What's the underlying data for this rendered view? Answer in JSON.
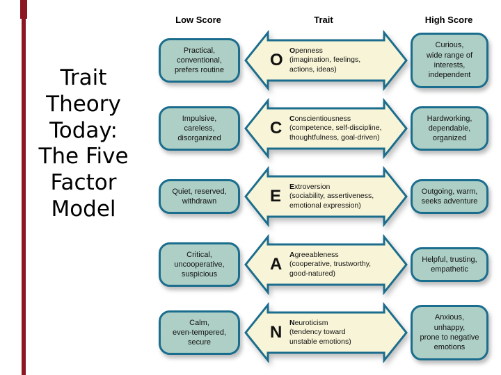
{
  "accent": {
    "bar_color": "#8c1722"
  },
  "title": {
    "text": "Trait\nTheory\nToday:\nThe Five\nFactor\nModel"
  },
  "diagram": {
    "colors": {
      "box_fill": "#aecfc5",
      "box_border": "#1b6d8e",
      "arrow_fill": "#f8f4d7",
      "arrow_border": "#1b6d8e"
    },
    "headers": {
      "low": "Low Score",
      "trait": "Trait",
      "high": "High Score"
    },
    "rows": [
      {
        "letter": "O",
        "trait_rest": "penness",
        "description": "(imagination, feelings,\nactions, ideas)",
        "low": "Practical,\nconventional,\nprefers routine",
        "high": "Curious,\nwide range of\ninterests,\nindependent"
      },
      {
        "letter": "C",
        "trait_rest": "onscientiousness",
        "description": "(competence, self-discipline,\nthoughtfulness, goal-driven)",
        "low": "Impulsive,\ncareless,\ndisorganized",
        "high": "Hardworking,\ndependable,\norganized"
      },
      {
        "letter": "E",
        "trait_rest": "xtroversion",
        "description": "(sociability, assertiveness,\nemotional expression)",
        "low": "Quiet, reserved,\nwithdrawn",
        "high": "Outgoing, warm,\nseeks adventure"
      },
      {
        "letter": "A",
        "trait_rest": "greeableness",
        "description": "(cooperative, trustworthy,\ngood-natured)",
        "low": "Critical,\nuncooperative,\nsuspicious",
        "high": "Helpful, trusting,\nempathetic"
      },
      {
        "letter": "N",
        "trait_rest": "euroticism",
        "description": "(tendency toward\nunstable emotions)",
        "low": "Calm,\neven-tempered,\nsecure",
        "high": "Anxious,\nunhappy,\nprone to negative\nemotions"
      }
    ]
  }
}
